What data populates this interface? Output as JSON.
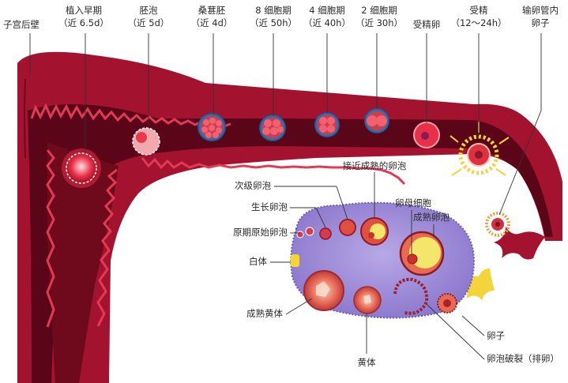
{
  "labels": {
    "uterine_back_wall": "子宫后壁",
    "early_implantation": {
      "name": "植入早期",
      "time": "（近 6.5d）"
    },
    "blastocyst": {
      "name": "胚泡",
      "time": "（近 5d）"
    },
    "morula": {
      "name": "桑葚胚",
      "time": "（近 4d）"
    },
    "eight_cell": {
      "name": "8 细胞期",
      "time": "（近 50h）"
    },
    "four_cell": {
      "name": "4 细胞期",
      "time": "（近 40h）"
    },
    "two_cell": {
      "name": "2 细胞期",
      "time": "（近 30h）"
    },
    "fertilized_egg": "受精卵",
    "fertilization": {
      "name": "受精",
      "time": "（12～24h）"
    },
    "egg_in_tube": {
      "name": "输卵管内",
      "name2": "卵子"
    },
    "nearly_mature_follicle": "接近成熟的卵泡",
    "secondary_follicle": "次级卵泡",
    "growing_follicle": "生长卵泡",
    "primordial_follicle": "原期原始卵泡",
    "corpus_albicans": "白体",
    "mature_corpus_luteum": "成熟黄体",
    "corpus_luteum": "黄体",
    "oocyte": "卵母细胞",
    "mature_follicle": "成熟卵泡",
    "ovum": "卵子",
    "ovulation": "卵泡破裂（排卵）"
  },
  "colors": {
    "uterus_wall": "#a3132f",
    "uterus_dark": "#6e0a1c",
    "lumen": "#5a0618",
    "ovary": "#9c8ad6",
    "ovary_edge": "#6b5bb8",
    "follicle_yellow": "#f4e66a",
    "fimbria_yellow": "#f3d43a"
  }
}
